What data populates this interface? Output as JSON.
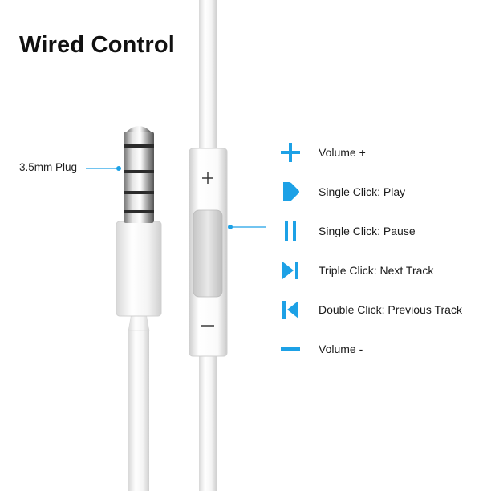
{
  "title": "Wired Control",
  "plug": {
    "label": "3.5mm Plug"
  },
  "controls": [
    {
      "label": "Volume +",
      "icon": "plus-icon"
    },
    {
      "label": "Single Click: Play",
      "icon": "play-icon"
    },
    {
      "label": "Single Click: Pause",
      "icon": "pause-icon"
    },
    {
      "label": "Triple Click: Next Track",
      "icon": "next-track-icon"
    },
    {
      "label": "Double Click: Previous Track",
      "icon": "previous-track-icon"
    },
    {
      "label": "Volume -",
      "icon": "minus-icon"
    }
  ],
  "colors": {
    "accent": "#1da1e6",
    "text": "#1a1a1a",
    "background": "#ffffff"
  }
}
